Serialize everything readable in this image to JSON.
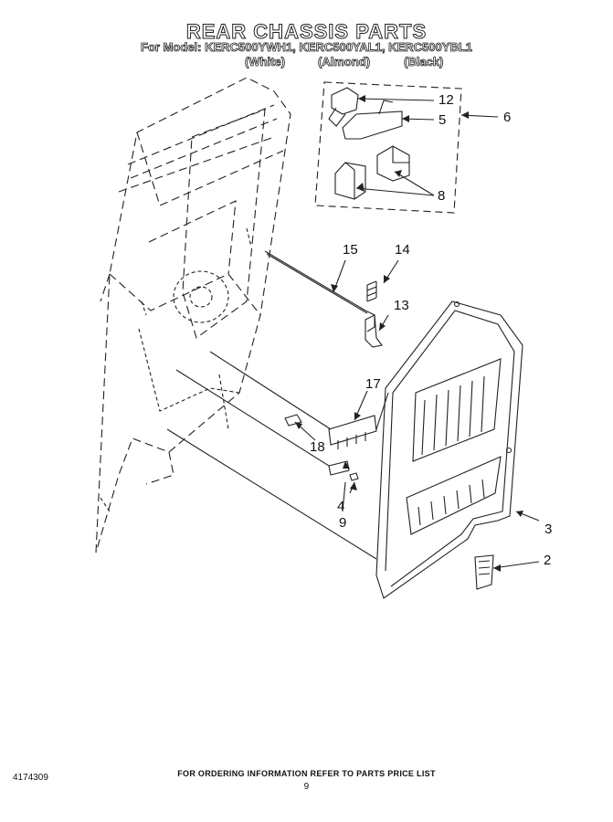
{
  "header": {
    "title": "REAR CHASSIS PARTS",
    "models": "For Model: KERC500YWH1, KERC500YAL1, KERC500YBL1",
    "variant_white": "(White)",
    "variant_almond": "(Almond)",
    "variant_black": "(Black)"
  },
  "callouts": {
    "c12": "12",
    "c5": "5",
    "c6": "6",
    "c8": "8",
    "c15": "15",
    "c14": "14",
    "c13": "13",
    "c17": "17",
    "c18": "18",
    "c4": "4",
    "c9": "9",
    "c3": "3",
    "c2": "2"
  },
  "footer": {
    "ordering": "FOR ORDERING INFORMATION REFER TO PARTS PRICE LIST",
    "page_number": "9",
    "doc_number": "4174309"
  }
}
